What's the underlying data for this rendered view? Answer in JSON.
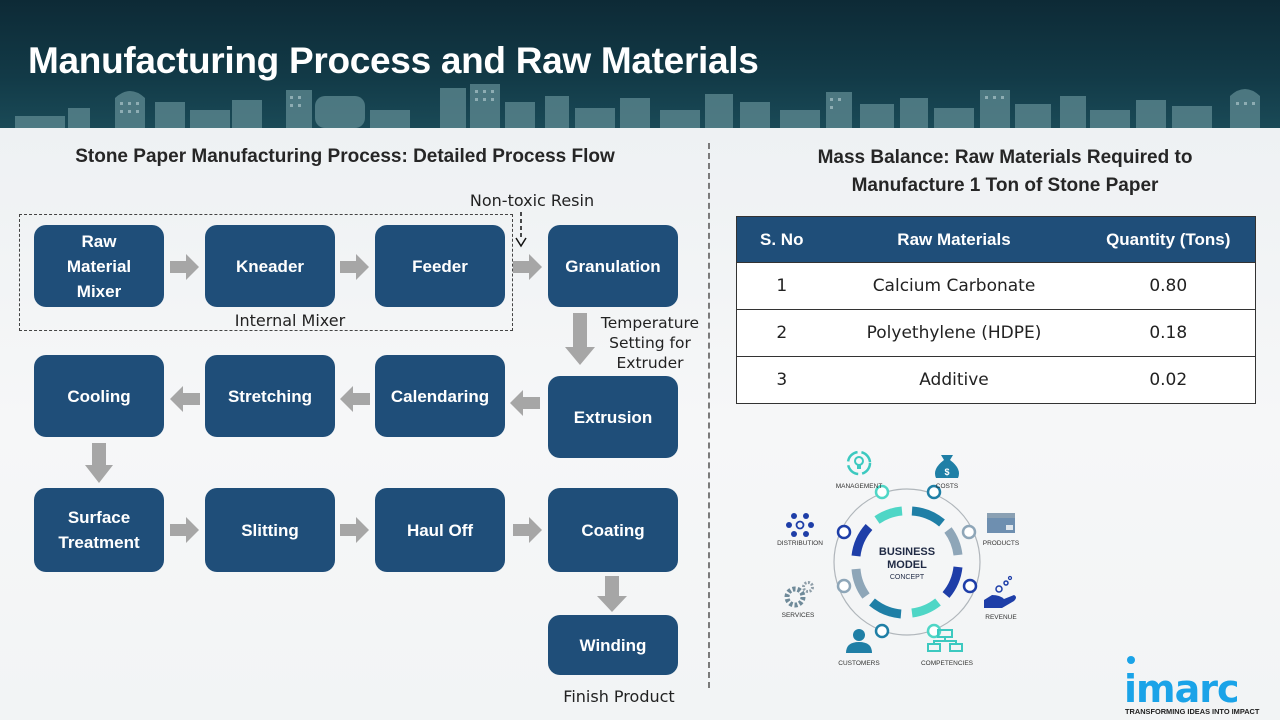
{
  "header": {
    "title": "Manufacturing Process and Raw Materials"
  },
  "process_flow": {
    "title": "Stone Paper Manufacturing Process: Detailed Process Flow",
    "steps": [
      {
        "id": "raw-material-mixer",
        "label": "Raw Material Mixer"
      },
      {
        "id": "kneader",
        "label": "Kneader"
      },
      {
        "id": "feeder",
        "label": "Feeder"
      },
      {
        "id": "granulation",
        "label": "Granulation"
      },
      {
        "id": "extrusion",
        "label": "Extrusion"
      },
      {
        "id": "calendaring",
        "label": "Calendaring"
      },
      {
        "id": "stretching",
        "label": "Stretching"
      },
      {
        "id": "cooling",
        "label": "Cooling"
      },
      {
        "id": "surface-treatment",
        "label": "Surface Treatment"
      },
      {
        "id": "slitting",
        "label": "Slitting"
      },
      {
        "id": "haul-off",
        "label": "Haul Off"
      },
      {
        "id": "coating",
        "label": "Coating"
      },
      {
        "id": "winding",
        "label": "Winding"
      }
    ],
    "annotations": {
      "resin_input": "Non-toxic Resin",
      "internal_mixer": "Internal Mixer",
      "temperature_note": "Temperature Setting for Extruder",
      "temperature_lines": [
        "Temperature",
        "Setting for",
        "Extruder"
      ],
      "finish": "Finish Product"
    }
  },
  "mass_balance": {
    "title_line1": "Mass Balance: Raw Materials Required to",
    "title_line2": "Manufacture 1 Ton of Stone Paper",
    "columns": [
      "S. No",
      "Raw Materials",
      "Quantity (Tons)"
    ],
    "rows": [
      {
        "sno": "1",
        "material": "Calcium Carbonate",
        "quantity": "0.80"
      },
      {
        "sno": "2",
        "material": "Polyethylene (HDPE)",
        "quantity": "0.18"
      },
      {
        "sno": "3",
        "material": "Additive",
        "quantity": "0.02"
      }
    ]
  },
  "business_model": {
    "center_line1": "BUSINESS",
    "center_line2": "MODEL",
    "center_line3": "CONCEPT",
    "items": [
      {
        "label": "MANAGEMENT",
        "icon": "lightbulb-cycle-icon"
      },
      {
        "label": "COSTS",
        "icon": "money-bag-icon"
      },
      {
        "label": "PRODUCTS",
        "icon": "box-icon"
      },
      {
        "label": "REVENUE",
        "icon": "hand-coins-icon"
      },
      {
        "label": "COMPETENCIES",
        "icon": "hierarchy-icon"
      },
      {
        "label": "CUSTOMERS",
        "icon": "person-icon"
      },
      {
        "label": "SERVICES",
        "icon": "gears-icon"
      },
      {
        "label": "DISTRIBUTION",
        "icon": "network-icon"
      }
    ]
  },
  "brand": {
    "logo_text": "imarc",
    "tagline": "TRANSFORMING IDEAS INTO IMPACT",
    "colors": {
      "primary_box": "#1f4e79",
      "logo": "#1aa3e8",
      "header_bg": "#123a47"
    }
  }
}
